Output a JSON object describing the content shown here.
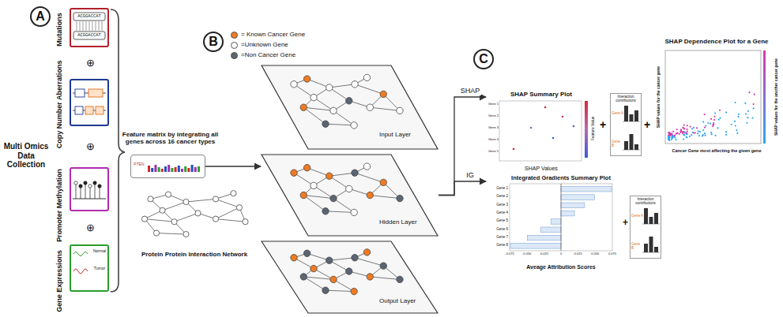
{
  "diagram": {
    "nodes": [
      {
        "text": [
          "A"
        ]
      },
      {
        "text": [
          "B"
        ]
      },
      {
        "text": [
          "C"
        ]
      },
      {
        "text": [
          "Mutations"
        ]
      },
      {
        "text": [
          "Copy Number Aberrations"
        ]
      },
      {
        "text": [
          "Promoter Methylation"
        ]
      },
      {
        "text": [
          "Gene Expressions",
          "Normal",
          "Tumor"
        ]
      },
      {
        "text": [
          "Feature matrix by integrating all genes across 16 cancer types",
          "PTEN"
        ]
      },
      {
        "text": [
          "Protein Protein Interaction Network"
        ]
      },
      {
        "text": [
          "Input Layer"
        ]
      },
      {
        "text": [
          "Hidden Layer"
        ]
      },
      {
        "text": [
          "Output Layer"
        ]
      },
      {
        "text": [
          "SHAP Summary Plot",
          "SHAP Values",
          "Feature Value"
        ]
      },
      {
        "text": [
          "Interaction contributions",
          "Gene A",
          "Gene B"
        ]
      },
      {
        "text": [
          "SHAP Dependence Plot for a Gene",
          "SHAP values for the cancer gene",
          "Cancer Gene most affecting the given gene",
          "SHAP values for the another cancer gene"
        ]
      },
      {
        "text": [
          "Integrated Gradients Summary Plot",
          "Aveage Attribution Scores"
        ]
      },
      {
        "text": [
          "Interaction contributions",
          "Gene A",
          "Gene B"
        ]
      }
    ],
    "edges": [
      {
        "from": 7,
        "to": 10,
        "arrow": "to"
      },
      {
        "from": 10,
        "to": 12,
        "label": "SHAP",
        "arrow": "to"
      },
      {
        "from": 10,
        "to": 15,
        "label": "IG",
        "arrow": "to"
      }
    ],
    "labels": [
      "Multi Omics Data Collection",
      "ACGGACCAT",
      "ACGGACCAT",
      "⊕",
      "⊕",
      "⊕",
      "+",
      "+",
      "+",
      "Gene 1",
      "Gene 2",
      "Gene 3",
      "Gene 4",
      "Gene 5",
      "Gene 1",
      "Gene 2",
      "Gene 3",
      "Gene 4",
      "Gene 5",
      "Gene 6",
      "Gene 7",
      "Gene 8",
      "-0.075",
      "-0.050",
      "-0.025",
      "0",
      "0.025",
      "0.050",
      "0.075"
    ],
    "legend": [
      {
        "text": "= Known Cancer Gene",
        "color": "#f07b22"
      },
      {
        "text": "=Unknown Gene",
        "color": "#ffffff"
      },
      {
        "text": "=Non Cancer Gene",
        "color": "#5b6573"
      }
    ]
  }
}
